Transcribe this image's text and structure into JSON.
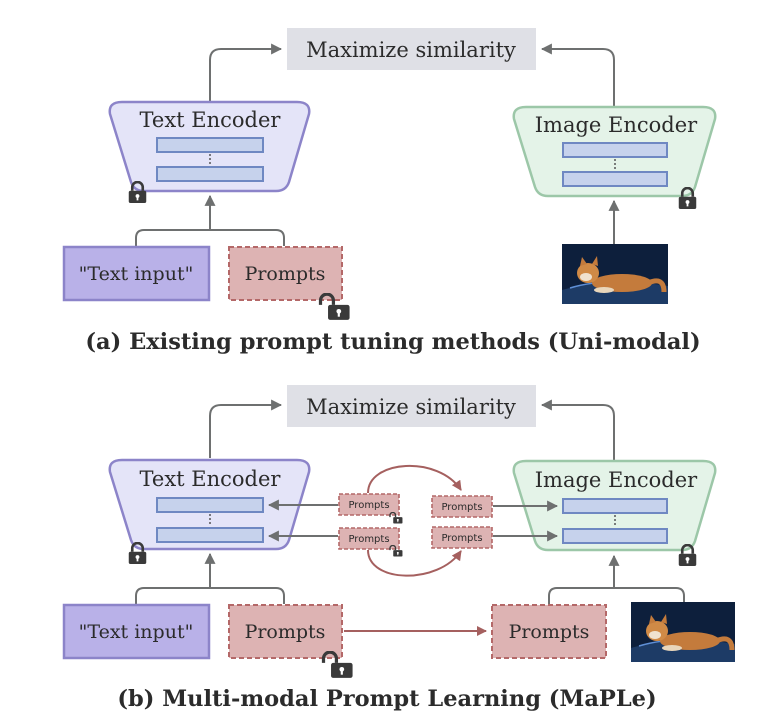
{
  "panel_a": {
    "similarity": "Maximize similarity",
    "text_encoder": "Text Encoder",
    "image_encoder": "Image Encoder",
    "text_input": "\"Text input\"",
    "prompts": "Prompts",
    "caption": "(a) Existing prompt tuning methods (Uni-modal)"
  },
  "panel_b": {
    "similarity": "Maximize similarity",
    "text_encoder": "Text Encoder",
    "image_encoder": "Image Encoder",
    "text_input": "\"Text input\"",
    "prompts_text": "Prompts",
    "prompts_image": "Prompts",
    "deep_prompts": [
      "Prompts",
      "Prompts",
      "Prompts",
      "Prompts"
    ],
    "caption": "(b) Multi-modal Prompt Learning (MaPLe)"
  },
  "colors": {
    "text_encoder_fill": "#e4e4f8",
    "text_encoder_stroke": "#8c84c9",
    "image_encoder_fill": "#e4f3e8",
    "image_encoder_stroke": "#9cc7a8",
    "layer_fill": "#c6d2ec",
    "layer_stroke": "#6f88c2",
    "prompt_fill": "#ddb3b3",
    "prompt_stroke": "#b46868",
    "text_input_fill": "#b9b1e8",
    "similarity_fill": "#dfe0e6",
    "arrow_gray": "#6e7070",
    "arrow_red": "#a5605f"
  }
}
